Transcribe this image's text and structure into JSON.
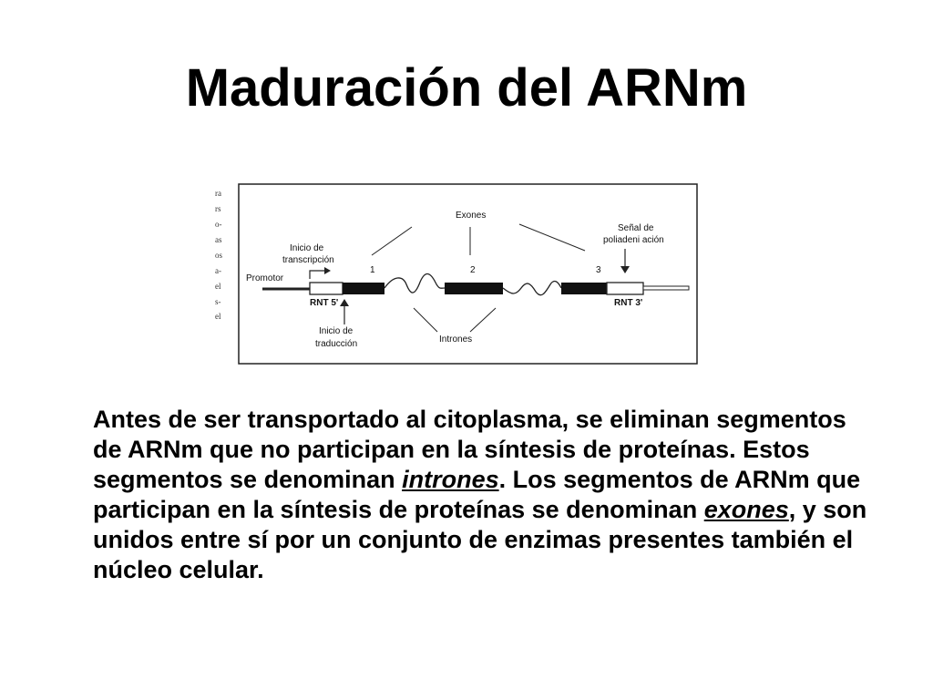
{
  "slide": {
    "title": "Maduración del ARNm"
  },
  "diagram": {
    "exons_label": "Exones",
    "polyadenylation_label_line1": "Señal de",
    "polyadenylation_label_line2": "poliadeni ación",
    "transcription_start_line1": "Inicio de",
    "transcription_start_line2": "transcripción",
    "promoter_label": "Promotor",
    "exon_numbers": [
      "1",
      "2",
      "3"
    ],
    "rnt5_label": "RNT 5'",
    "rnt3_label": "RNT 3'",
    "translation_start_line1": "Inicio de",
    "translation_start_line2": "traducción",
    "introns_label": "Intrones",
    "cropped_margin_fragments": [
      "ra",
      "rs",
      "o-",
      "as",
      "os",
      "a-",
      "el",
      "s-",
      "el"
    ]
  },
  "body": {
    "part1": "Antes de ser transportado al citoplasma,  se eliminan segmentos de ARNm que no participan en la síntesis de proteínas. Estos segmentos se denominan ",
    "introns_word": "intrones",
    "part2": ". Los segmentos de ARNm que participan en la síntesis de proteínas se denominan ",
    "exons_word": "exones",
    "part3": ", y son unidos entre sí por un conjunto de enzimas presentes también el núcleo celular."
  }
}
